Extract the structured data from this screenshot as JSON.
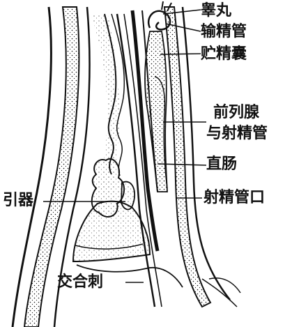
{
  "labels": {
    "testis": "睾丸",
    "vas_deferens": "输精管",
    "seminal_vesicle": "贮精囊",
    "prostate_line1": "前列腺",
    "prostate_line2": "与射精管",
    "rectum": "直肠",
    "ejaculatory_opening": "射精管口",
    "gubernaculum": "引器",
    "spicule": "交合刺"
  },
  "colors": {
    "ink": "#111111",
    "paper": "#ffffff"
  }
}
